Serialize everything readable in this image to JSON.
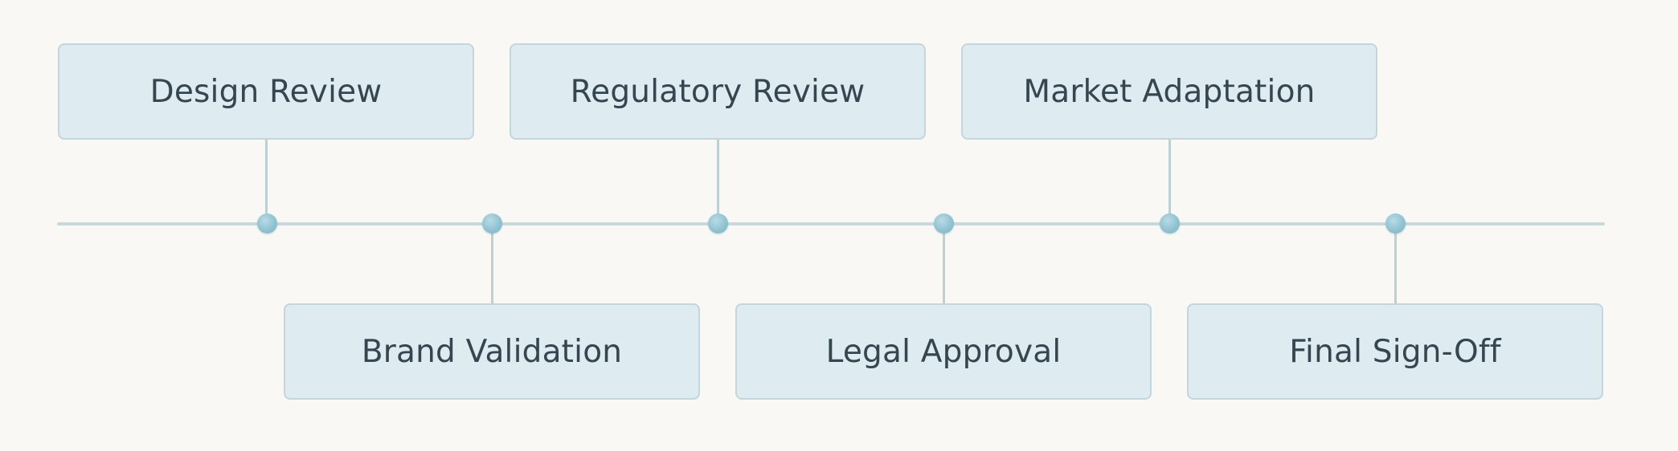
{
  "milestones": [
    {
      "label": "Design Review",
      "position": "top"
    },
    {
      "label": "Brand Validation",
      "position": "bottom"
    },
    {
      "label": "Regulatory Review",
      "position": "top"
    },
    {
      "label": "Legal Approval",
      "position": "bottom"
    },
    {
      "label": "Market Adaptation",
      "position": "top"
    },
    {
      "label": "Final Sign-Off",
      "position": "bottom"
    }
  ],
  "colors": {
    "background": "#f9f8f5",
    "box_fill": "#deebf0",
    "box_border": "#c4d6dc",
    "axis": "#c9d8da",
    "dot": "#91c2d2",
    "text": "#364650"
  }
}
